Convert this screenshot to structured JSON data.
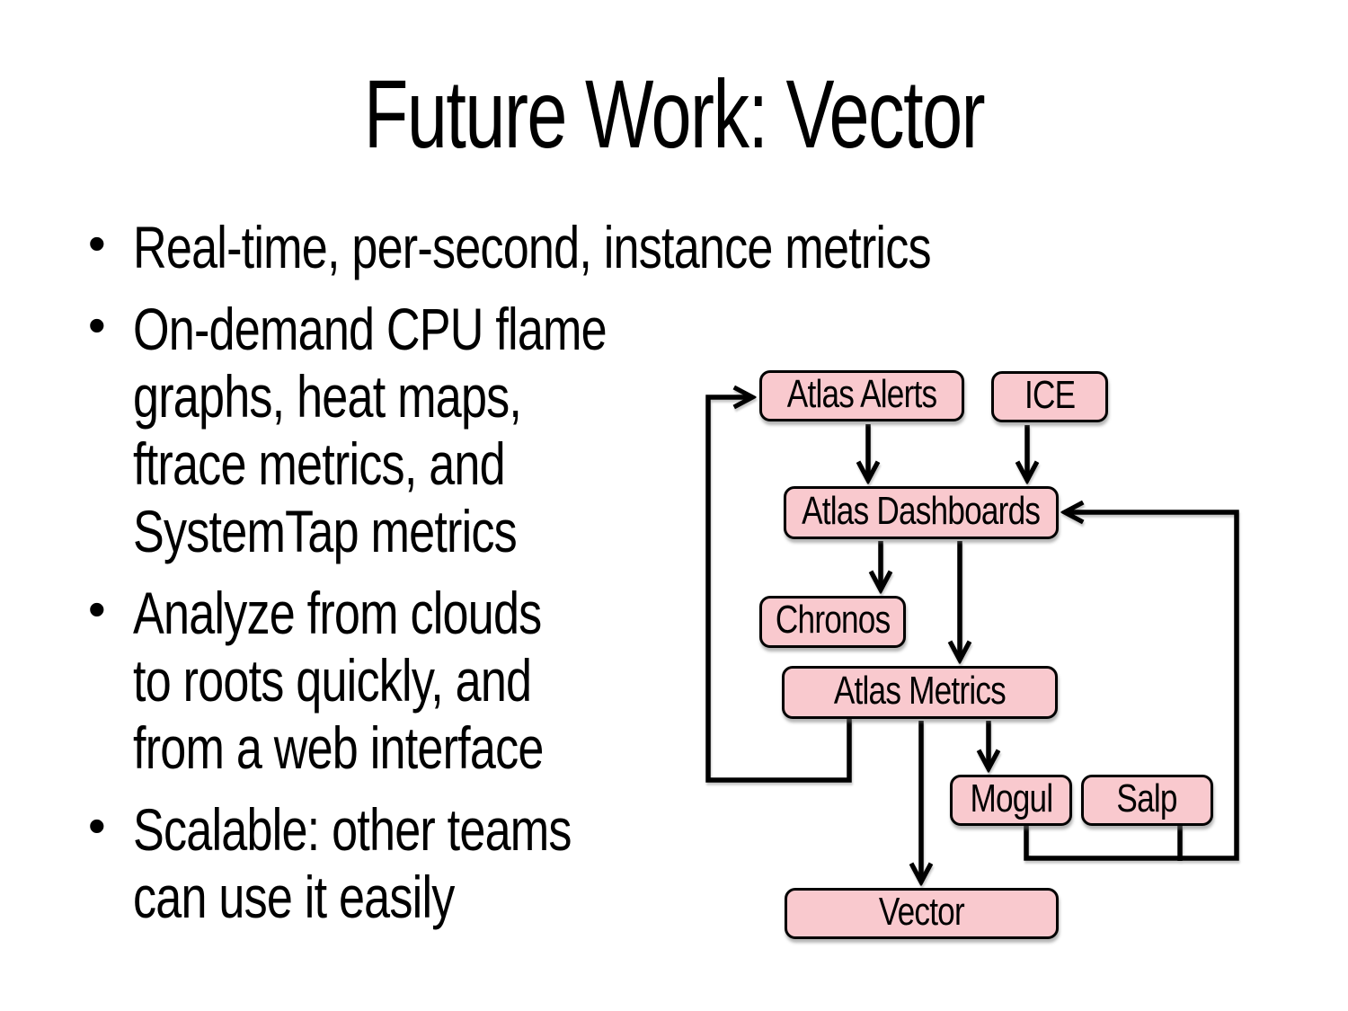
{
  "slide": {
    "title": "Future Work: Vector",
    "bullet_char": "•",
    "bullets": [
      {
        "lines": [
          "Real-time, per-second, instance metrics"
        ]
      },
      {
        "lines": [
          "On-demand CPU flame",
          "graphs, heat maps,",
          "ftrace metrics, and",
          "SystemTap metrics"
        ]
      },
      {
        "lines": [
          "Analyze from clouds",
          "to roots quickly, and",
          "from a web interface"
        ]
      },
      {
        "lines": [
          "Scalable: other teams",
          "can use it easily"
        ]
      }
    ]
  },
  "diagram": {
    "nodes": [
      {
        "id": "atlas-alerts",
        "label": "Atlas Alerts"
      },
      {
        "id": "ice",
        "label": "ICE"
      },
      {
        "id": "atlas-dashboards",
        "label": "Atlas Dashboards"
      },
      {
        "id": "chronos",
        "label": "Chronos"
      },
      {
        "id": "atlas-metrics",
        "label": "Atlas Metrics"
      },
      {
        "id": "mogul",
        "label": "Mogul"
      },
      {
        "id": "salp",
        "label": "Salp"
      },
      {
        "id": "vector",
        "label": "Vector"
      }
    ],
    "edges": [
      {
        "from": "atlas-alerts",
        "to": "atlas-dashboards"
      },
      {
        "from": "ice",
        "to": "atlas-dashboards"
      },
      {
        "from": "atlas-dashboards",
        "to": "chronos"
      },
      {
        "from": "atlas-dashboards",
        "to": "atlas-metrics"
      },
      {
        "from": "atlas-metrics",
        "to": "mogul"
      },
      {
        "from": "atlas-metrics",
        "to": "vector"
      },
      {
        "from": "atlas-metrics",
        "to": "atlas-alerts"
      },
      {
        "from": "mogul",
        "to": "atlas-dashboards"
      },
      {
        "from": "salp",
        "to": "atlas-dashboards"
      }
    ],
    "colors": {
      "background": "#FFFFFF",
      "text": "#000000",
      "node_fill": "#F9C9CE",
      "node_border": "#000000",
      "arrow": "#000000"
    }
  }
}
